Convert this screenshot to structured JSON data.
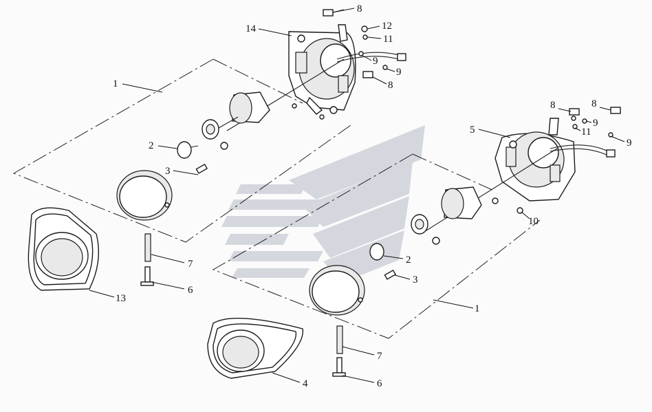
{
  "callouts": [
    {
      "id": "c8a",
      "text": "8"
    },
    {
      "id": "c12",
      "text": "12"
    },
    {
      "id": "c11a",
      "text": "11"
    },
    {
      "id": "c14",
      "text": "14"
    },
    {
      "id": "c9a",
      "text": "9"
    },
    {
      "id": "c9b",
      "text": "9"
    },
    {
      "id": "c8b",
      "text": "8"
    },
    {
      "id": "c1a",
      "text": "1"
    },
    {
      "id": "c2a",
      "text": "2"
    },
    {
      "id": "c3a",
      "text": "3"
    },
    {
      "id": "c7a",
      "text": "7"
    },
    {
      "id": "c6a",
      "text": "6"
    },
    {
      "id": "c13",
      "text": "13"
    },
    {
      "id": "c8c",
      "text": "8"
    },
    {
      "id": "c8d",
      "text": "8"
    },
    {
      "id": "c11b",
      "text": "11"
    },
    {
      "id": "c9c",
      "text": "9"
    },
    {
      "id": "c5",
      "text": "5"
    },
    {
      "id": "c9d",
      "text": "9"
    },
    {
      "id": "c10",
      "text": "10"
    },
    {
      "id": "c2b",
      "text": "2"
    },
    {
      "id": "c3b",
      "text": "3"
    },
    {
      "id": "c1b",
      "text": "1"
    },
    {
      "id": "c7b",
      "text": "7"
    },
    {
      "id": "c4",
      "text": "4"
    },
    {
      "id": "c6b",
      "text": "6"
    }
  ],
  "colors": {
    "background": "#fbfbfb",
    "watermark": "#c8cbd4",
    "line": "#111111"
  }
}
